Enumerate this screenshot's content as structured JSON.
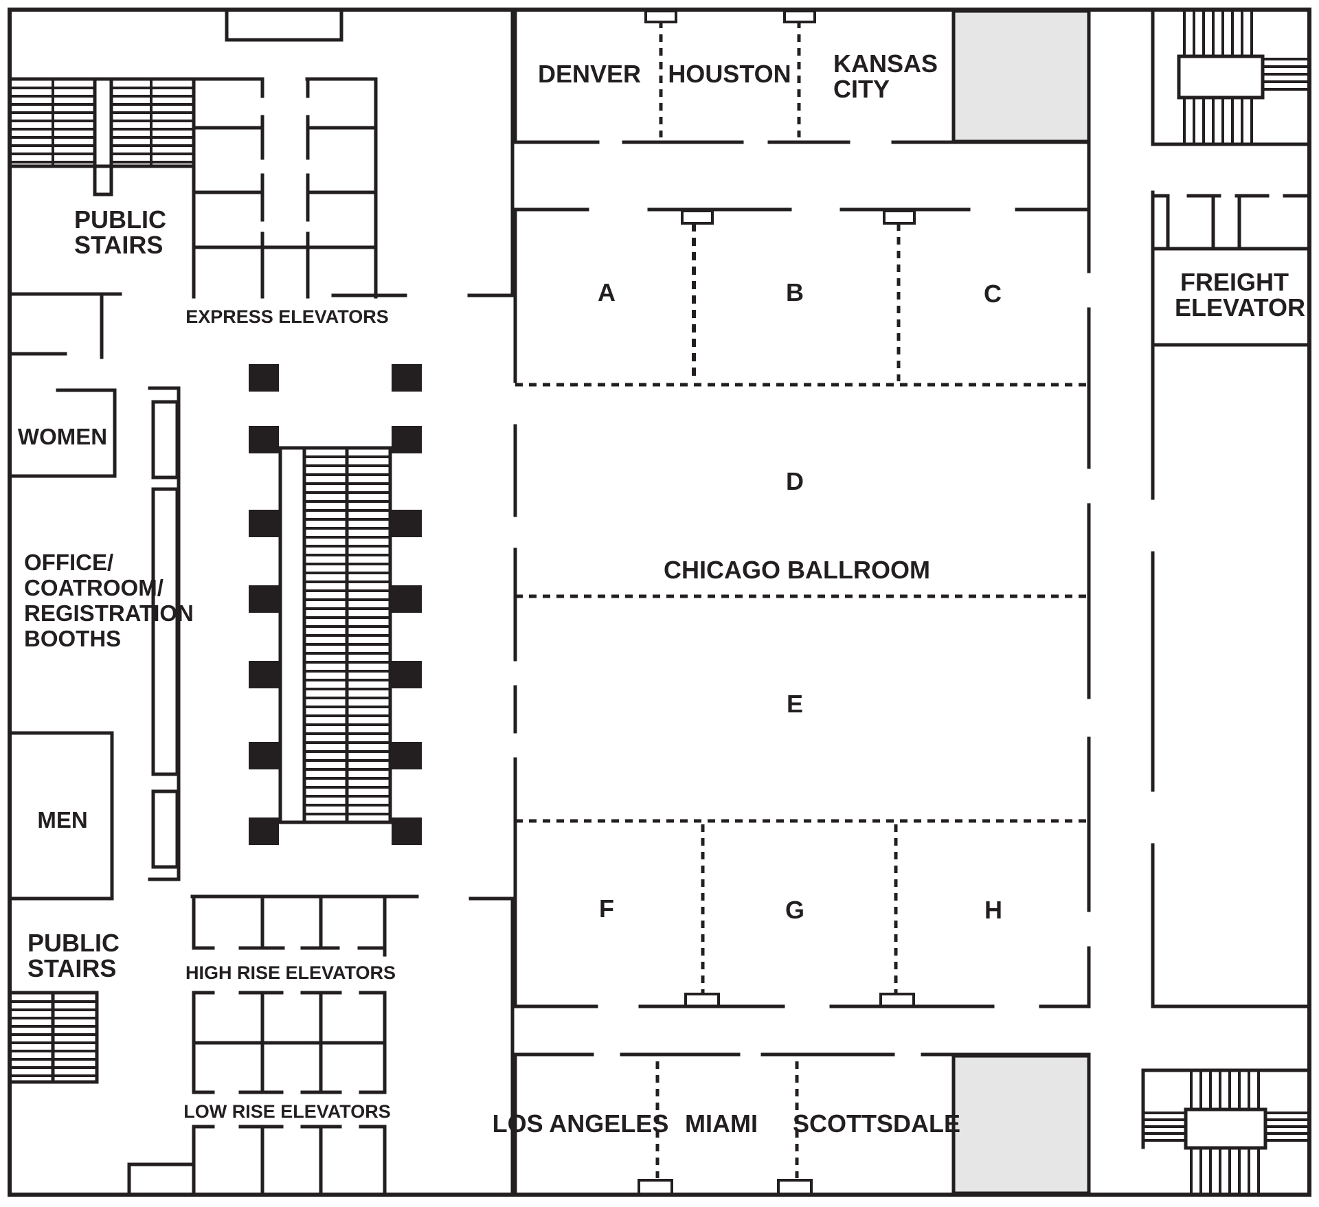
{
  "ballroom": {
    "title": "CHICAGO BALLROOM",
    "sections": [
      "A",
      "B",
      "C",
      "D",
      "E",
      "F",
      "G",
      "H"
    ]
  },
  "meeting_rooms": {
    "north": [
      "DENVER",
      "HOUSTON",
      "KANSAS",
      "CITY"
    ],
    "south": [
      "LOS ANGELES",
      "MIAMI",
      "SCOTTSDALE"
    ]
  },
  "facilities": {
    "public_stairs_north": [
      "PUBLIC",
      "STAIRS"
    ],
    "public_stairs_south": [
      "PUBLIC",
      "STAIRS"
    ],
    "women": "WOMEN",
    "men": "MEN",
    "office": [
      "OFFICE/",
      "COATROOM/",
      "REGISTRATION",
      "BOOTHS"
    ],
    "freight_elevator": [
      "FREIGHT",
      "ELEVATOR"
    ]
  },
  "elevators": {
    "express": "EXPRESS ELEVATORS",
    "high_rise": "HIGH RISE ELEVATORS",
    "low_rise": "LOW RISE ELEVATORS"
  },
  "colors": {
    "ink": "#231f20",
    "storage_fill": "#e6e6e6",
    "background": "#ffffff"
  }
}
